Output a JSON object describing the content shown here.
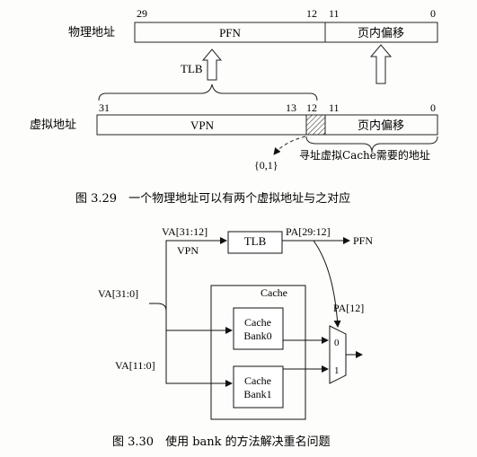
{
  "fig1": {
    "physical_label": "物理地址",
    "bit_29": "29",
    "bit_12_top": "12",
    "bit_11_top": "11",
    "bit_0_top": "0",
    "pfn": "PFN",
    "page_offset_top": "页内偏移",
    "tlb": "TLB",
    "virtual_label": "虚拟地址",
    "bit_31": "31",
    "bit_13": "13",
    "bit_12_bot": "12",
    "bit_11_bot": "11",
    "bit_0_bot": "0",
    "vpn": "VPN",
    "page_offset_bot": "页内偏移",
    "set_01": "{0,1}",
    "cache_addr_note": "寻址虚拟Cache需要的地址",
    "caption": "图 3.29　一个物理地址可以有两个虚拟地址与之对应"
  },
  "fig2": {
    "va_31_12": "VA[31:12]",
    "tlb": "TLB",
    "pa_29_12": "PA[29:12]",
    "pfn": "PFN",
    "vpn": "VPN",
    "va_31_0": "VA[31:0]",
    "cache": "Cache",
    "pa_12": "PA[12]",
    "bank0_line1": "Cache",
    "bank0_line2": "Bank0",
    "bank1_line1": "Cache",
    "bank1_line2": "Bank1",
    "va_11_0": "VA[11:0]",
    "mux_0": "0",
    "mux_1": "1",
    "caption": "图 3.30　使用 bank 的方法解决重名问题"
  }
}
